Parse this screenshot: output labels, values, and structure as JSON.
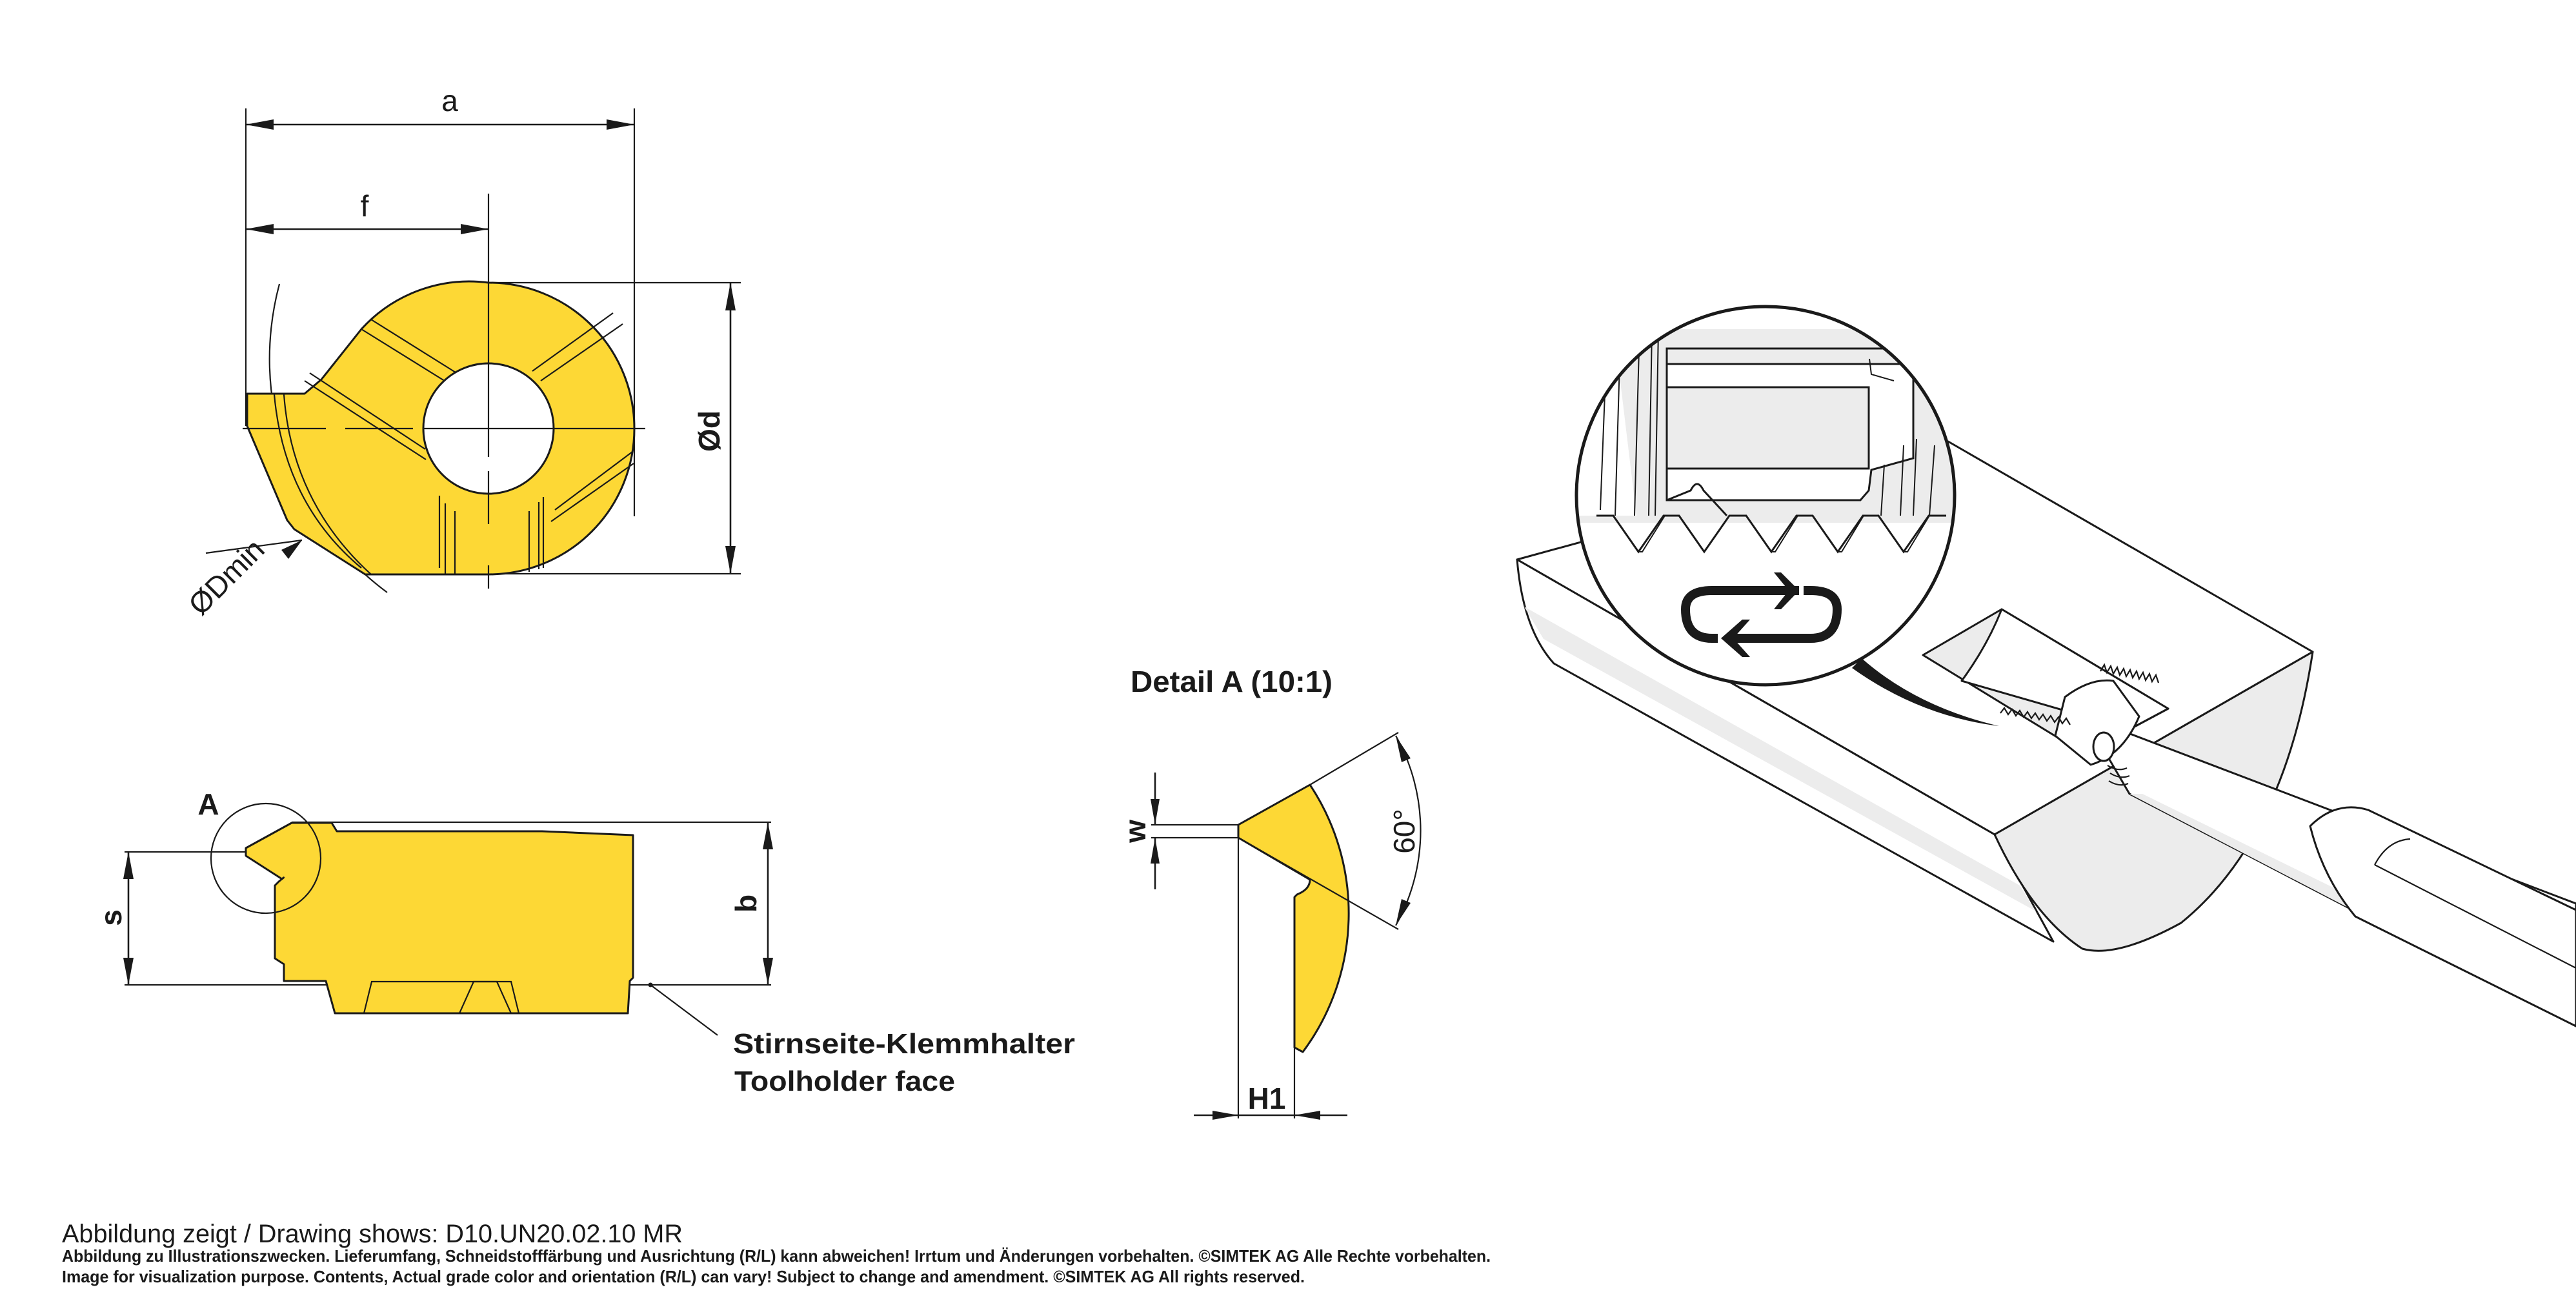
{
  "colors": {
    "insert_fill": "#FDD835",
    "line": "#1a1a1a",
    "shade": "#ececec",
    "background": "#ffffff"
  },
  "top_view": {
    "dim_a": "a",
    "dim_f": "f",
    "dim_d": "Ød",
    "dim_dmin": "ØDmin"
  },
  "side_view": {
    "detail_marker": "A",
    "dim_s": "s",
    "dim_b": "b",
    "callout_line1": "Stirnseite-Klemmhalter",
    "callout_line2": "Toolholder face"
  },
  "detail_a": {
    "title": "Detail A (10:1)",
    "dim_w": "w",
    "dim_h1": "H1",
    "angle": "60°"
  },
  "illustration": {
    "loupe_icon": "cycle-arrows-icon",
    "subject": "threading-insert-in-bore"
  },
  "footer": {
    "drawing_shows": "Abbildung zeigt / Drawing shows: D10.UN20.02.10 MR",
    "disclaimer_de": "Abbildung zu Illustrationszwecken. Lieferumfang, Schneidstofffärbung und Ausrichtung (R/L) kann abweichen! Irrtum und Änderungen vorbehalten. ©SIMTEK AG Alle Rechte vorbehalten.",
    "disclaimer_en": "Image for visualization purpose. Contents, Actual grade color and orientation (R/L) can vary! Subject to change and amendment. ©SIMTEK AG All rights reserved."
  }
}
